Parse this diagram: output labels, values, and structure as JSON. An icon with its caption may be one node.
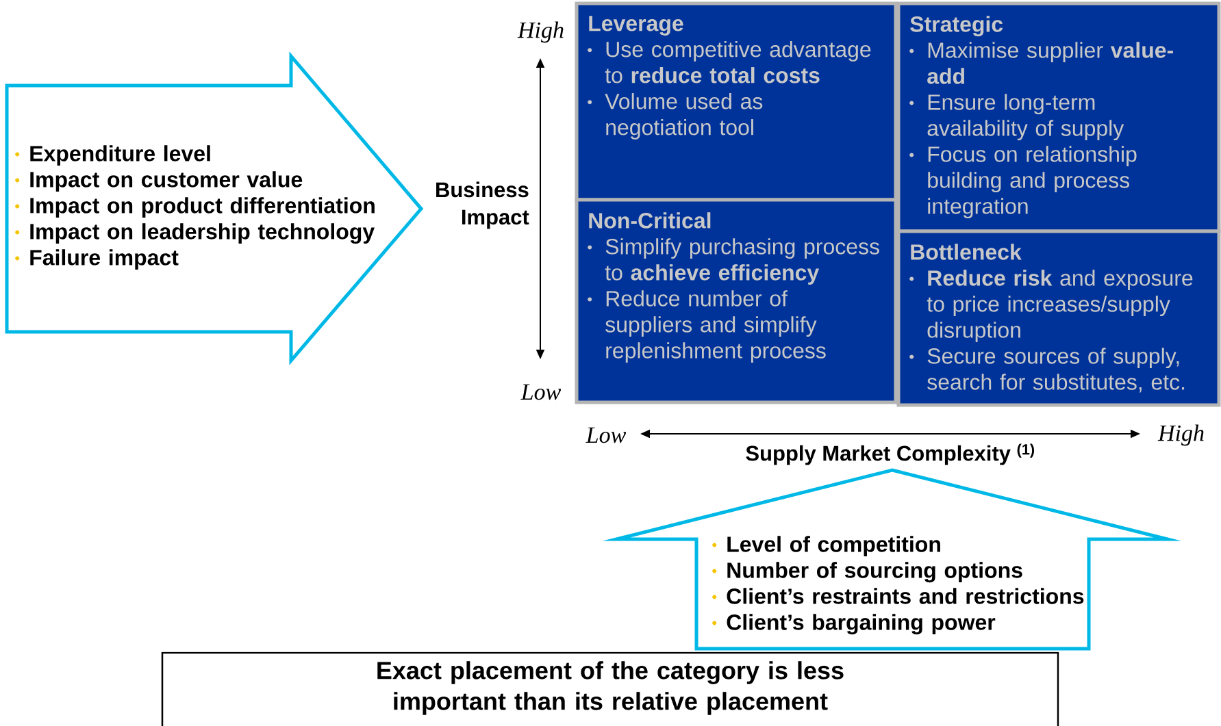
{
  "diagram": {
    "nodes": [
      {
        "text": [
          "Expenditure level",
          "Impact on customer value",
          "Impact on product differentiation",
          "Impact on leadership technology",
          "Failure impact"
        ]
      },
      {
        "text": [
          "Leverage",
          "Use competitive advantage to **reduce total costs**",
          "Volume used as negotiation tool"
        ]
      },
      {
        "text": [
          "Strategic",
          "Maximise supplier **value-add**",
          "Ensure long-term availability of supply",
          "Focus on relationship building and process integration"
        ]
      },
      {
        "text": [
          "Non-Critical",
          "Simplify purchasing process to **achieve efficiency**",
          "Reduce number of suppliers and simplify replenishment process"
        ]
      },
      {
        "text": [
          "Bottleneck",
          "**Reduce risk** and exposure to price increases/supply disruption",
          "Secure sources of supply, search for substitutes, etc."
        ]
      },
      {
        "text": [
          "Level of competition",
          "Number of sourcing options",
          "Client’s restraints and restrictions",
          "Client’s bargaining power"
        ]
      },
      {
        "text": [
          "Exact placement of the category is less important than its relative placement"
        ]
      }
    ],
    "labels": [
      "High",
      "Business Impact",
      "Low",
      "Low",
      "High",
      "Supply Market Complexity $^{(1)}$"
    ]
  }
}
